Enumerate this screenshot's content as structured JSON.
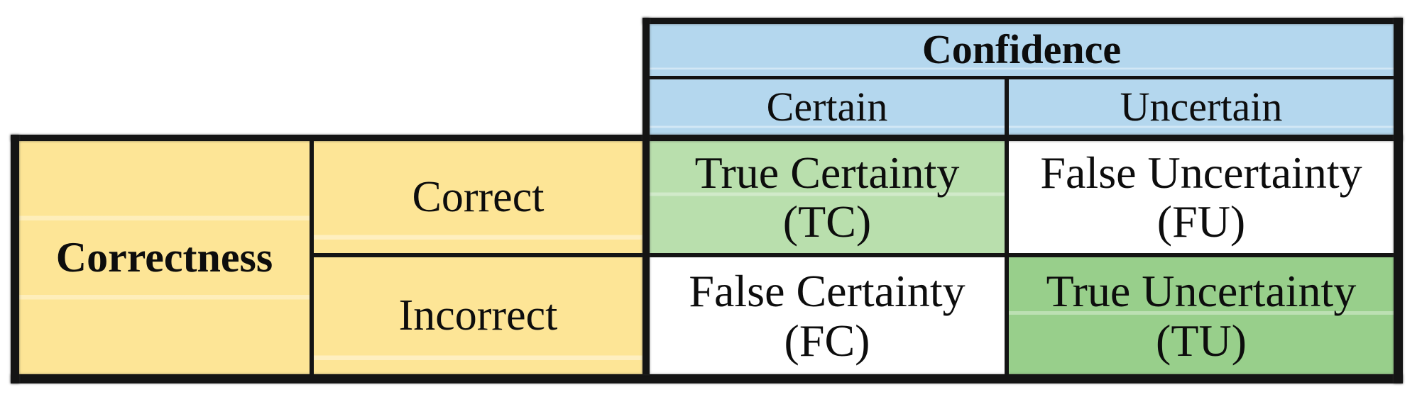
{
  "table": {
    "column_group_header": "Confidence",
    "column_headers": [
      "Certain",
      "Uncertain"
    ],
    "row_group_header": "Correctness",
    "row_headers": [
      "Correct",
      "Incorrect"
    ],
    "cells": [
      {
        "id": "tc",
        "name": "True Certainty",
        "abbr": "(TC)",
        "row": "Correct",
        "column": "Certain",
        "bg": "#b9dfad"
      },
      {
        "id": "fu",
        "name": "False Uncertainty",
        "abbr": "(FU)",
        "row": "Correct",
        "column": "Uncertain",
        "bg": "#ffffff"
      },
      {
        "id": "fc",
        "name": "False Certainty",
        "abbr": "(FC)",
        "row": "Incorrect",
        "column": "Certain",
        "bg": "#ffffff"
      },
      {
        "id": "tu",
        "name": "True Uncertainty",
        "abbr": "(TU)",
        "row": "Incorrect",
        "column": "Uncertain",
        "bg": "#98cf8b"
      }
    ],
    "colors": {
      "header_blue": "#b4d7ee",
      "row_yellow": "#fde596",
      "true_certainty_green": "#b9dfad",
      "true_uncertainty_green": "#98cf8b",
      "white_cell": "#ffffff",
      "border_black": "#141414",
      "text_black": "#0d0d0d"
    }
  }
}
